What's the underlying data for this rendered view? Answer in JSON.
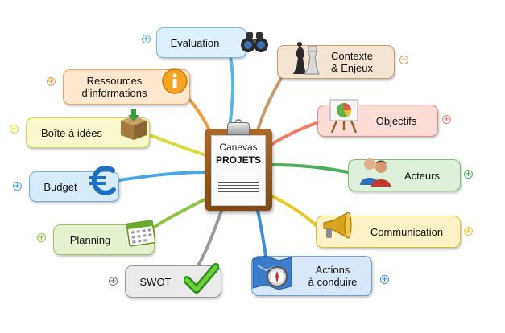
{
  "center": {
    "line1": "Canevas",
    "line2": "PROJETS"
  },
  "branches": [
    {
      "key": "evaluation",
      "label": "Evaluation",
      "color": "#5ab4e6",
      "fill": "#ddf0fb",
      "icon": "binoculars-icon"
    },
    {
      "key": "ressources",
      "label": "Ressources\nd’informations",
      "color": "#ef9b3a",
      "fill": "#fde8cf",
      "icon": "info-icon"
    },
    {
      "key": "boite",
      "label": "Boîte à idées",
      "color": "#d9d93d",
      "fill": "#f8f8cc",
      "icon": "box-icon"
    },
    {
      "key": "budget",
      "label": "Budget",
      "color": "#4aa7e3",
      "fill": "#d7ecfa",
      "icon": "euro-icon"
    },
    {
      "key": "planning",
      "label": "Planning",
      "color": "#8ec23f",
      "fill": "#e5f2d0",
      "icon": "calendar-icon"
    },
    {
      "key": "swot",
      "label": "SWOT",
      "color": "#9a9a9a",
      "fill": "#ebebeb",
      "icon": "checkmark-icon"
    },
    {
      "key": "contexte",
      "label": "Contexte\n& Enjeux",
      "color": "#c89b6d",
      "fill": "#f3e4d3",
      "icon": "chess-icon"
    },
    {
      "key": "objectifs",
      "label": "Objectifs",
      "color": "#f07a6a",
      "fill": "#fbdcd6",
      "icon": "easel-chart-icon"
    },
    {
      "key": "acteurs",
      "label": "Acteurs",
      "color": "#4fae5a",
      "fill": "#dff0da",
      "icon": "people-icon"
    },
    {
      "key": "communication",
      "label": "Communication",
      "color": "#e7c82b",
      "fill": "#faf2c4",
      "icon": "megaphone-icon"
    },
    {
      "key": "actions",
      "label": "Actions\nà conduire",
      "color": "#3f8fd8",
      "fill": "#d8e8f8",
      "icon": "compass-map-icon"
    }
  ]
}
